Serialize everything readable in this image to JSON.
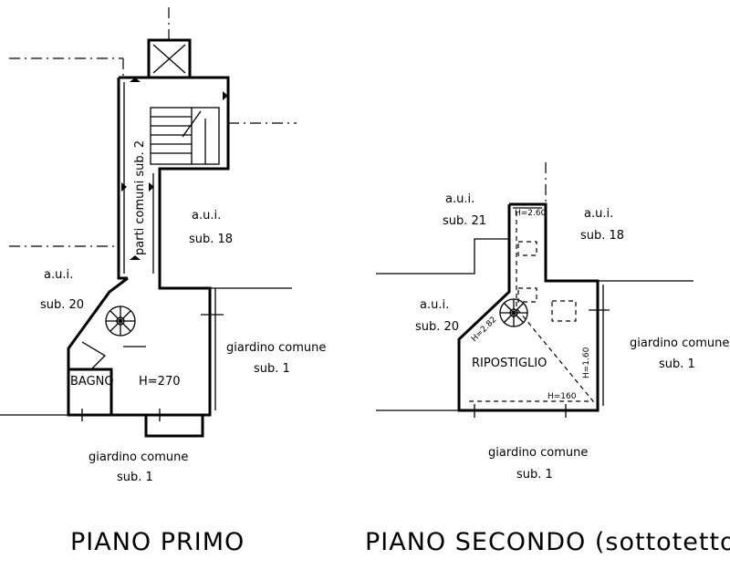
{
  "plan_left": {
    "title": "PIANO PRIMO",
    "labels": {
      "parti_comuni": "parti comuni sub. 2",
      "aui_18_a": "a.u.i.",
      "aui_18_b": "sub. 18",
      "aui_20_a": "a.u.i.",
      "aui_20_b": "sub. 20",
      "bagno": "BAGNO",
      "height": "H=270",
      "giardino_right_a": "giardino comune",
      "giardino_right_b": "sub. 1",
      "giardino_bottom_a": "giardino comune",
      "giardino_bottom_b": "sub. 1"
    }
  },
  "plan_right": {
    "title": "PIANO SECONDO (sottotetto)",
    "labels": {
      "aui_21_a": "a.u.i.",
      "aui_21_b": "sub. 21",
      "aui_18_a": "a.u.i.",
      "aui_18_b": "sub. 18",
      "aui_20_a": "a.u.i.",
      "aui_20_b": "sub. 20",
      "ripostiglio": "RIPOSTIGLIO",
      "h_260": "H=2.60",
      "h_282": "H=2.82",
      "h_160_v": "H=1.60",
      "h_160_h": "H=160",
      "giardino_right_a": "giardino comune",
      "giardino_right_b": "sub. 1",
      "giardino_bottom_a": "giardino comune",
      "giardino_bottom_b": "sub. 1"
    }
  }
}
